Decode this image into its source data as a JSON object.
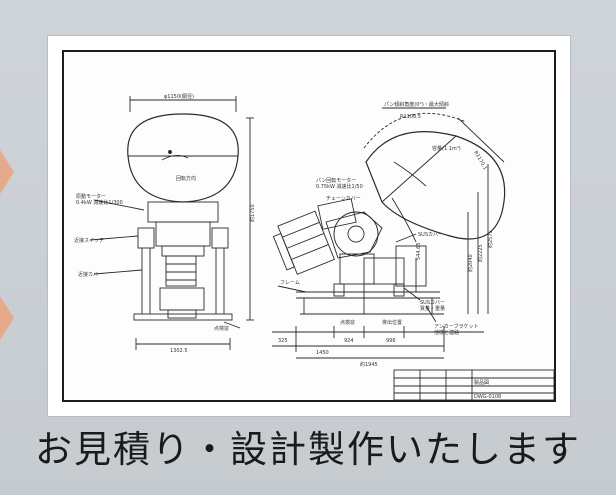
{
  "caption": "お見積り・設計製作いたします",
  "drawing": {
    "labels": {
      "motor_left": "原動モーター",
      "motor_left_spec": "0.4kW 減速比1/300",
      "rotation": "回転方向",
      "limit_switch": "近接スイッチ",
      "limit_cover": "近接カバー",
      "foot_left": "点検窓",
      "motor_right": "パン回転モーター",
      "motor_right_spec": "0.75kW 減速比1/50",
      "chain_cover": "チェーンカバー",
      "frame": "フレーム",
      "sus_cover_1": "SUSカバー",
      "sus_cover_2": "SUSカバー",
      "sus_cover_2_note": "質量・重量",
      "anchor": "アンカーブラケット",
      "anchor_note": "他機と連結",
      "hopper": "容量(1.1m³)",
      "inspect_right": "点検窓",
      "discharge": "排出位置",
      "tilt_note": "パン傾斜角度(0°)・最大傾斜",
      "dim_top": "φ1150(胴径)",
      "dim_w_left": "1302.5",
      "dim_h_left": "約1750",
      "dim_h_right_1": "約2040",
      "dim_h_right_2": "約2225",
      "dim_h_right_3": "約2575",
      "dim_mid": "544.65",
      "dim_r1": "924",
      "dim_r2": "1450",
      "dim_r3": "996",
      "dim_r4": "325",
      "dim_total": "約1945",
      "dim_arc": "R1108.5",
      "dim_diag": "R1170.1"
    },
    "titleblock": {
      "name": "製品図",
      "number": "DWG-0108"
    }
  }
}
